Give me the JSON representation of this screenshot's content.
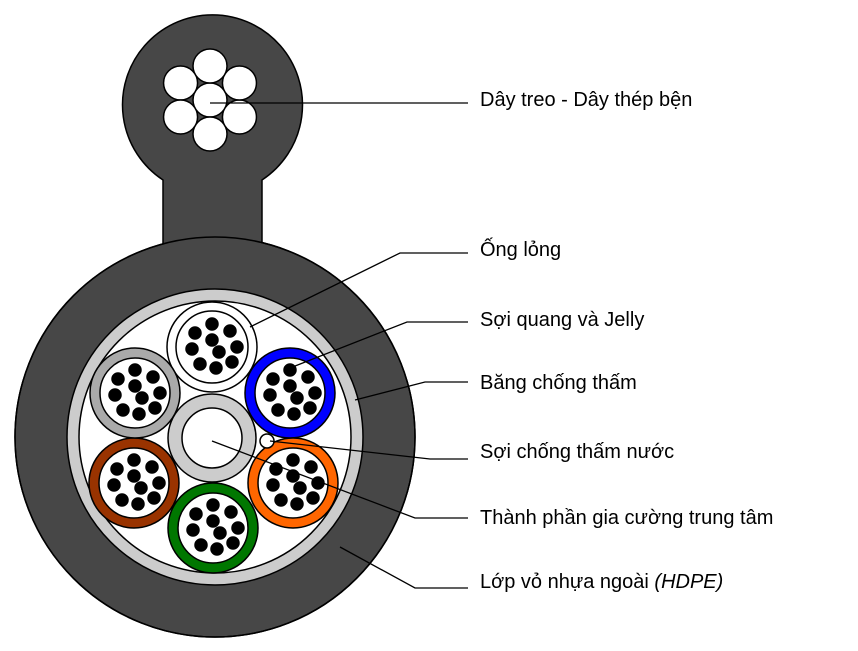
{
  "labels": {
    "messenger": "Dây treo - Dây thép bện",
    "loose_tube": "Ống lỏng",
    "fiber_jelly": "Sợi quang và Jelly",
    "water_block_tape": "Băng chống thấm",
    "water_block_yarn": "Sợi chống thấm nước",
    "central_strength": "Thành phần gia cường trung tâm",
    "outer_sheath": "Lớp vỏ nhựa ngoài",
    "outer_sheath_material": "(HDPE)"
  },
  "colors": {
    "sheath": "#474747",
    "tape": "#cccccc",
    "tubes": [
      "#ffffff",
      "#0000ff",
      "#ff6600",
      "#007700",
      "#993300",
      "#aaaaaa"
    ],
    "central": "#cccccc"
  },
  "fibers_per_tube": 10
}
